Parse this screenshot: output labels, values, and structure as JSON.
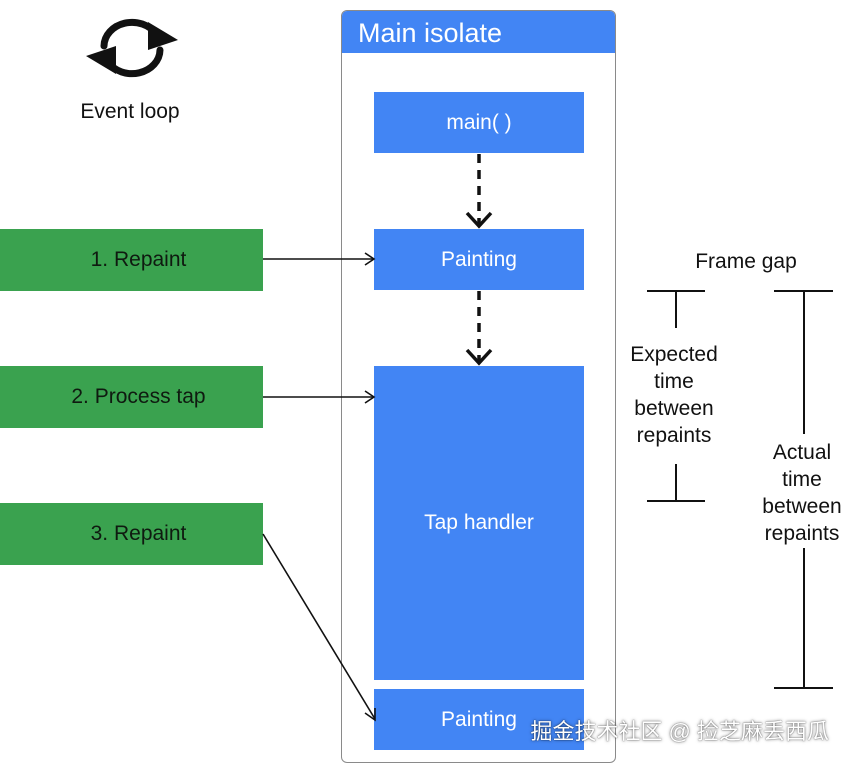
{
  "event_loop": {
    "label": "Event loop",
    "icon": "refresh-cycle-icon"
  },
  "isolate": {
    "title": "Main isolate",
    "blocks": {
      "main": "main( )",
      "painting_1": "Painting",
      "tap_handler": "Tap handler",
      "painting_2": "Painting"
    }
  },
  "events": [
    {
      "label": "1. Repaint"
    },
    {
      "label": "2. Process tap"
    },
    {
      "label": "3. Repaint"
    }
  ],
  "frame_gap": {
    "title": "Frame gap",
    "expected": [
      "Expected",
      "time",
      "between",
      "repaints"
    ],
    "actual": [
      "Actual",
      "time",
      "between",
      "repaints"
    ]
  },
  "watermark": "掘金技术社区 @ 捡芝麻丢西瓜",
  "colors": {
    "isolate_blue": "#4285f4",
    "event_green": "#3aa24f"
  }
}
